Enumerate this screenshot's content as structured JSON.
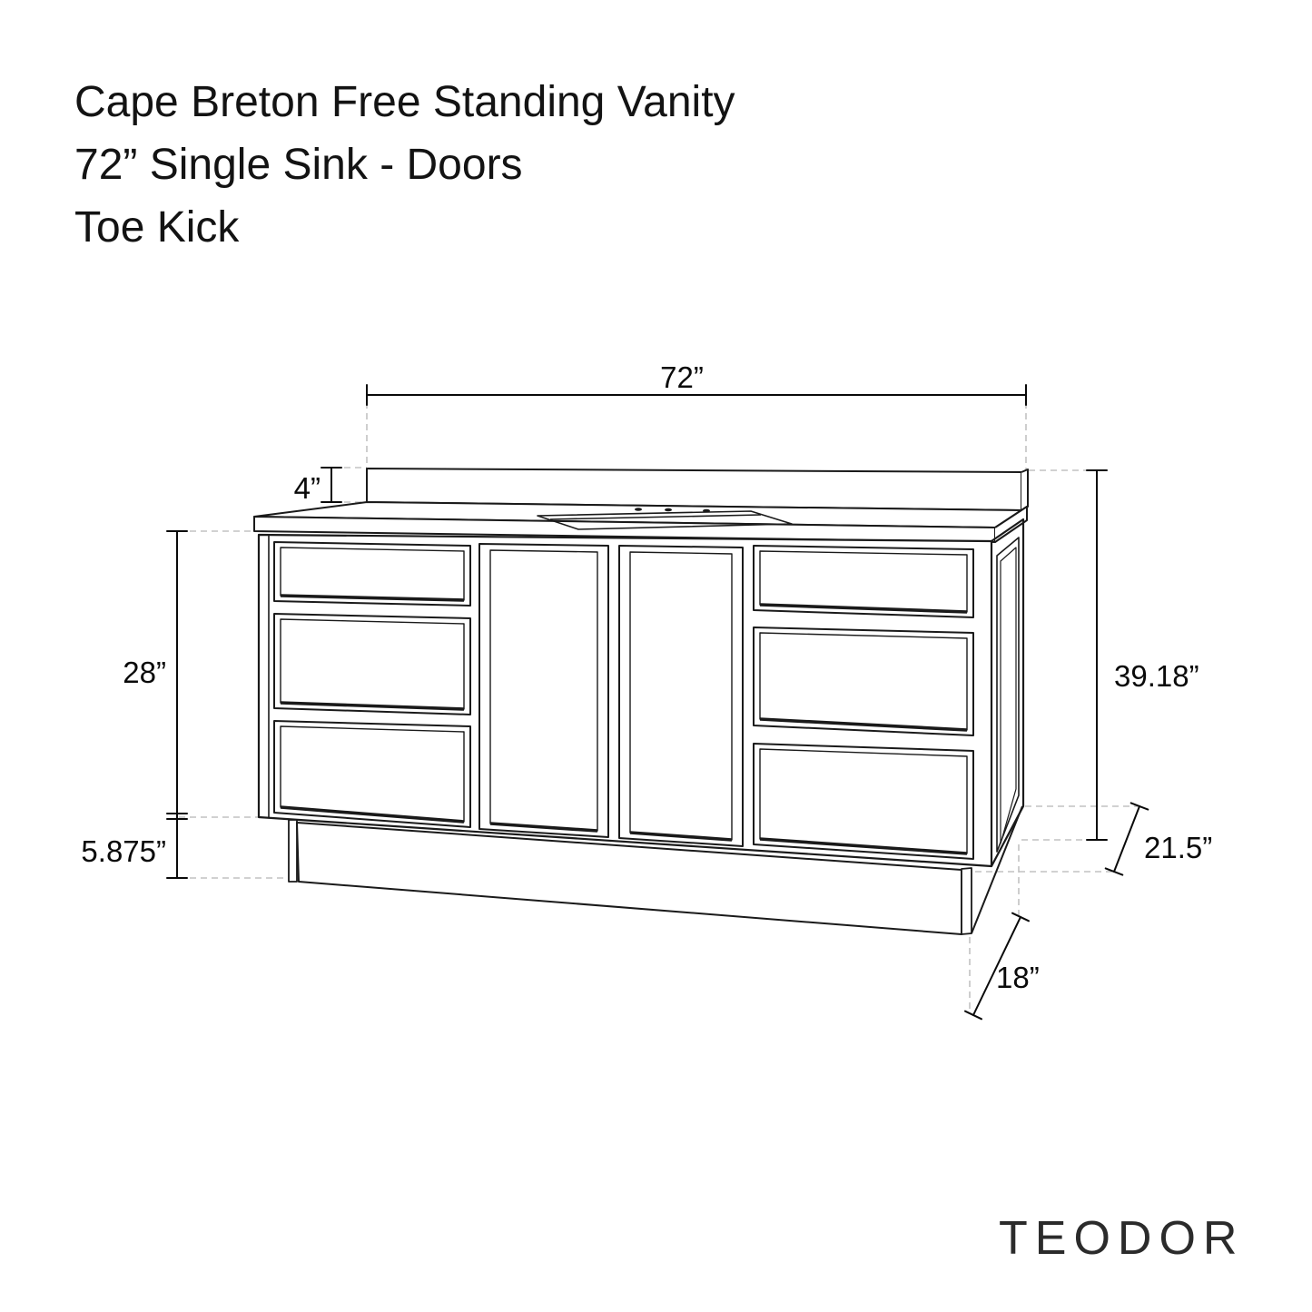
{
  "title": {
    "line1": "Cape Breton Free Standing Vanity",
    "line2": "72” Single Sink - Doors",
    "line3": "Toe Kick"
  },
  "dimensions": {
    "width": "72”",
    "backsplash_height": "4”",
    "cabinet_height": "28”",
    "toe_kick_height": "5.875”",
    "total_height": "39.18”",
    "total_depth": "21.5”",
    "toe_kick_depth": "18”"
  },
  "brand": "TEODOR",
  "drawing": {
    "description": "isometric-style line drawing of a 72 inch free standing vanity with backsplash, single sink cutout with three faucet holes, left bank of three drawers, two center doors, right bank of three drawers, recessed toe kick",
    "colors": {
      "line": "#1a1a1a",
      "guide": "#c2c2c2",
      "background": "#ffffff",
      "text": "#000000"
    }
  }
}
